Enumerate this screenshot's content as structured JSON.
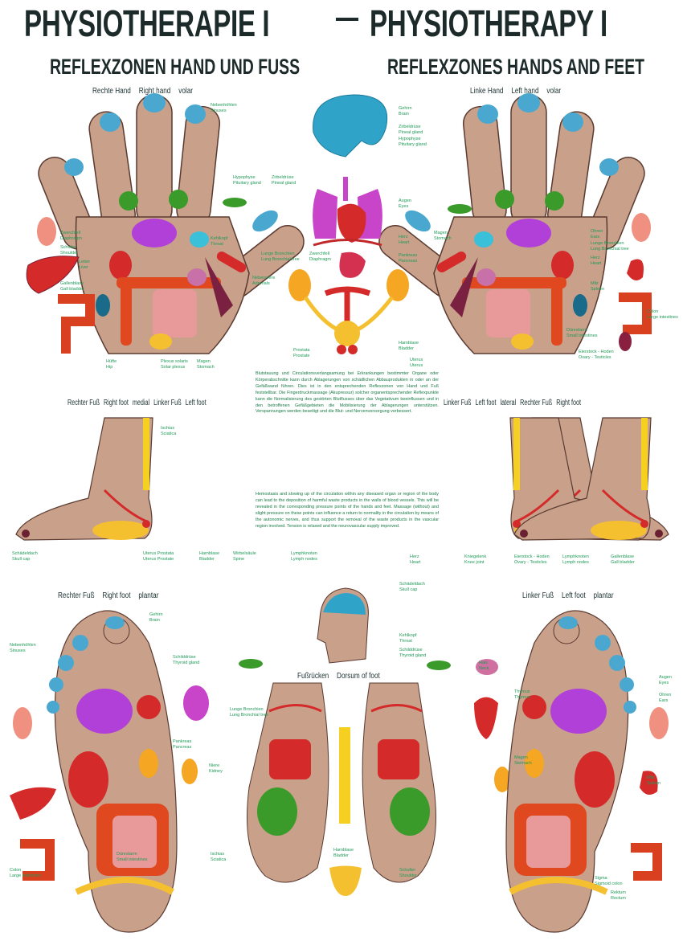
{
  "header": {
    "title_de": "PHYSIOTHERAPIE I",
    "title_en": "PHYSIOTHERAPY I",
    "subtitle_de": "REFLEXZONEN HAND UND FUSS",
    "subtitle_en": "REFLEXZONES HANDS AND FEET"
  },
  "sections": {
    "right_hand": [
      "Rechte Hand",
      "Right hand",
      "volar"
    ],
    "left_hand": [
      "Linke Hand",
      "Left hand",
      "volar"
    ],
    "feet_medial": [
      "Rechter Fuß",
      "Right foot",
      "medial",
      "Linker Fuß",
      "Left foot"
    ],
    "feet_lateral": [
      "Linker Fuß",
      "Left foot",
      "lateral",
      "Rechter Fuß",
      "Right foot"
    ],
    "right_plantar": [
      "Rechter Fuß",
      "Right foot",
      "plantar"
    ],
    "left_plantar": [
      "Linker Fuß",
      "Left foot",
      "plantar"
    ],
    "dorsum": [
      "Fußrücken",
      "Dorsum of foot"
    ]
  },
  "text": {
    "german": "Blutstauung und Circulationsverlangsamung bei Erkrankungen bestimmter Organe oder Körperabschnitte kann durch Ablagerungen von schädlichen Abbauprodukten in oder an der Gefäßwand führen. Dies ist in den entsprechenden Reflexzonen von Hand und Fuß feststellbar. Die Fingerdruckmassage (Akupressur) solcher organentsprechender Reflexpunkte kann die Normalisierung des gestörten Blutflusses über das Vegetativum beeinflussen und in den betroffenen Gefäßgebieten die Mobilisierung der Ablagerungen unterstützen. Verspannungen werden beseitigt und die Blut- und Nervenversorgung verbessert.",
    "english": "Hemostasis and slowing up of the circulation within any diseased organ or region of the body can lead to the deposition of harmful waste products in the walls of blood vessels. This will be revealed in the corresponding pressure points of the hands and feet. Massage (without) and slight pressure on these points can influence a return to normality in the circulation by means of the autonomic nerves, and thus support the removal of the waste products in the vascular region involved. Tension is relaxed and the neurovascular supply improved."
  },
  "labels": [
    [
      "Nebenhöhlen",
      "Sinuses"
    ],
    [
      "Hypophyse",
      "Pituitary gland"
    ],
    [
      "Zirbeldrüse",
      "Pineal gland"
    ],
    [
      "Kehlkopf",
      "Throat"
    ],
    [
      "Lunge Bronchien",
      "Lung Bronchial tree"
    ],
    [
      "Zwerchfell",
      "Diaphragm"
    ],
    [
      "Nebenniere",
      "Adrenals"
    ],
    [
      "Plexus solaris",
      "Solar plexus"
    ],
    [
      "Magen",
      "Stomach"
    ],
    [
      "Hüfte",
      "Hip"
    ],
    [
      "Zwerchfell",
      "Diaphragm"
    ],
    [
      "Schulter",
      "Shoulder"
    ],
    [
      "Leber",
      "Liver"
    ],
    [
      "Gallenblase",
      "Gall bladder"
    ],
    [
      "Gehirn",
      "Brain"
    ],
    [
      "Zirbeldrüse",
      "Pineal gland"
    ],
    [
      "Hypophyse",
      "Pituitary gland"
    ],
    [
      "Augen",
      "Eyes"
    ],
    [
      "Herz",
      "Heart"
    ],
    [
      "Pankreas",
      "Pancreas"
    ],
    [
      "Prostata",
      "Prostate"
    ],
    [
      "Harnblase",
      "Bladder"
    ],
    [
      "Uterus",
      "Uterus"
    ],
    [
      "Magen",
      "Stomach"
    ],
    [
      "Ohren",
      "Ears"
    ],
    [
      "Lunge Bronchien",
      "Lung Bronchial tree"
    ],
    [
      "Herz",
      "Heart"
    ],
    [
      "Milz",
      "Spleen"
    ],
    [
      "Colon",
      "Large intestines"
    ],
    [
      "Dünndarm",
      "Small intestines"
    ],
    [
      "Eierstock - Hoden",
      "Ovary - Testicles"
    ],
    [
      "Schädeldach",
      "Skull cap"
    ],
    [
      "Uterus Prostata",
      "Uterus Prostate"
    ],
    [
      "Harnblase",
      "Bladder"
    ],
    [
      "Wirbelsäule",
      "Spine"
    ],
    [
      "Lymphknoten",
      "Lymph nodes"
    ],
    [
      "Ischias",
      "Sciatica"
    ],
    [
      "Herz",
      "Heart"
    ],
    [
      "Kniegelenk",
      "Knee joint"
    ],
    [
      "Eierstock - Hoden",
      "Ovary - Testicles"
    ],
    [
      "Lymphknoten",
      "Lymph nodes"
    ],
    [
      "Gallenblase",
      "Gall bladder"
    ],
    [
      "Gehirn",
      "Brain"
    ],
    [
      "Nebenhöhlen",
      "Sinuses"
    ],
    [
      "Schilddrüse",
      "Thyroid gland"
    ],
    [
      "Lunge Bronchien",
      "Lung Bronchial tree"
    ],
    [
      "Pankreas",
      "Pancreas"
    ],
    [
      "Niere",
      "Kidney"
    ],
    [
      "Dünndarm",
      "Small intestines"
    ],
    [
      "Colon",
      "Large intestines"
    ],
    [
      "Ischias",
      "Sciatica"
    ],
    [
      "Schulter",
      "Shoulder"
    ],
    [
      "Harnblase",
      "Bladder"
    ],
    [
      "Schädeldach",
      "Skull cap"
    ],
    [
      "Kehlkopf",
      "Throat"
    ],
    [
      "Schilddrüse",
      "Thyroid gland"
    ],
    [
      "Hals",
      "Neck"
    ],
    [
      "Thymus",
      "Thymus"
    ],
    [
      "Magen",
      "Stomach"
    ],
    [
      "Milz",
      "Spleen"
    ],
    [
      "Augen",
      "Eyes"
    ],
    [
      "Ohren",
      "Ears"
    ],
    [
      "Sigma",
      "Sigmoid colon"
    ],
    [
      "Rektum",
      "Rectum"
    ]
  ],
  "colors": {
    "title": "#1c2a2a",
    "label_green": "#1f9a58",
    "skin": "#c9a08a",
    "fingertip_blue": "#4aa8d0",
    "organ_red": "#d42a2a",
    "lung_magenta": "#c844c8",
    "kidney_orange": "#f5a623",
    "brain_cyan": "#2fa3c8"
  }
}
